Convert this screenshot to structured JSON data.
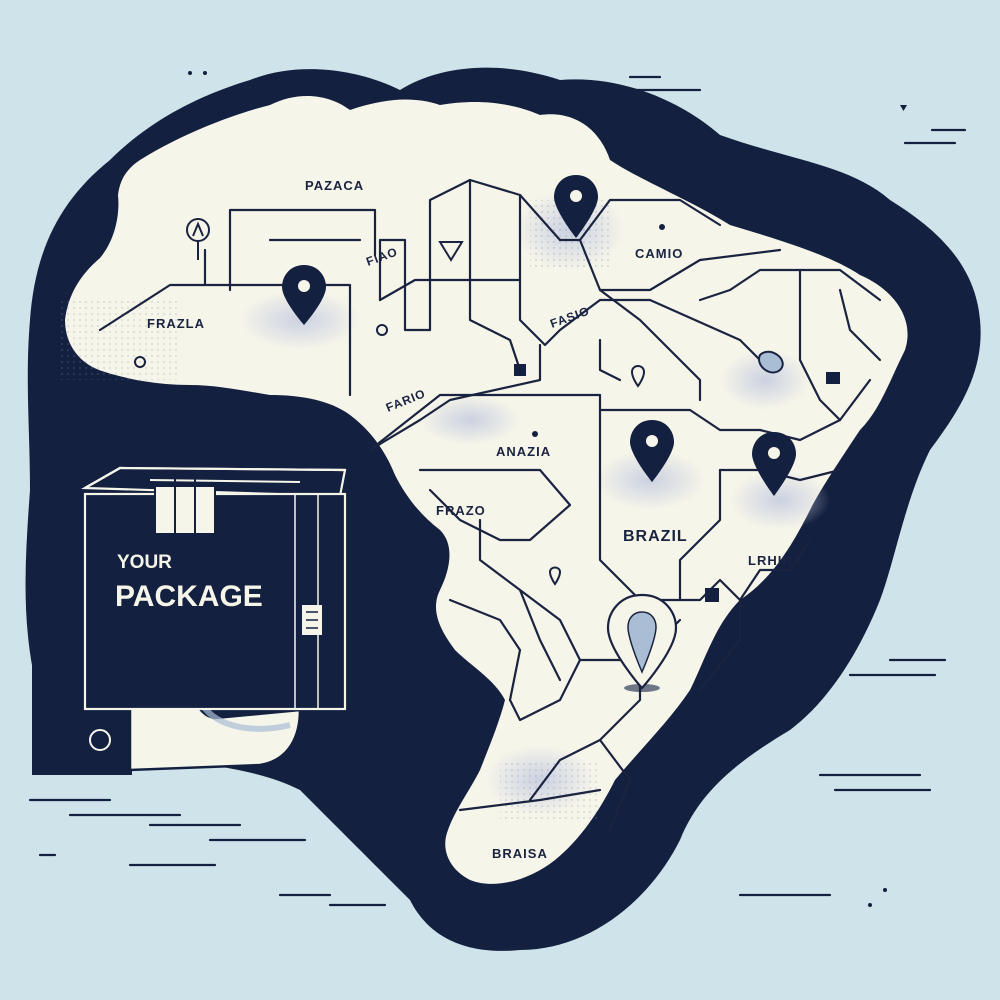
{
  "colors": {
    "sky": "#cfe3ea",
    "navy": "#14203f",
    "land": "#f6f5ea",
    "road": "#1a2340",
    "pin_light": "#a9bdd4"
  },
  "map": {
    "labels": [
      {
        "id": "pazaca",
        "text": "PAZACA"
      },
      {
        "id": "frazla",
        "text": "FRAZLA"
      },
      {
        "id": "fiao",
        "text": "FIAO"
      },
      {
        "id": "camio",
        "text": "CAMIO"
      },
      {
        "id": "fasio",
        "text": "FASIO"
      },
      {
        "id": "fario",
        "text": "FARIO"
      },
      {
        "id": "anazia",
        "text": "ANAZIA"
      },
      {
        "id": "frazo",
        "text": "FRAZO"
      },
      {
        "id": "brazil",
        "text": "BRAZIL"
      },
      {
        "id": "lrhiha",
        "text": "LRHIHA"
      },
      {
        "id": "braisa",
        "text": "BRAISA"
      }
    ]
  },
  "package": {
    "line1": "YOUR",
    "line2": "PACKAGE"
  },
  "icons": [
    "map-pin-icon",
    "package-box-icon",
    "hand-icon",
    "landmark-icon"
  ]
}
